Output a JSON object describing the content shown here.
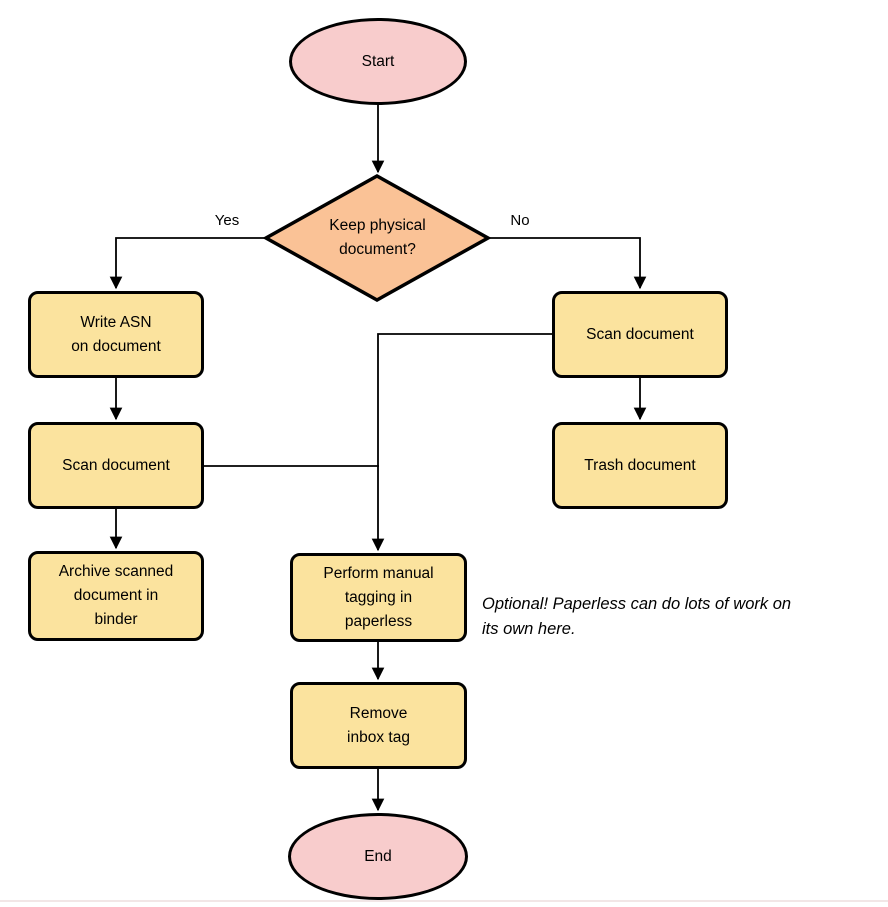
{
  "colors": {
    "terminal_fill": "#f8cccc",
    "decision_fill": "#fac296",
    "process_fill": "#fbe39e",
    "stroke": "#000000",
    "footer_line": "#f2e6e6"
  },
  "nodes": {
    "start": {
      "type": "terminal",
      "label": "Start"
    },
    "decision": {
      "type": "decision",
      "label": "Keep physical\ndocument?"
    },
    "write_asn": {
      "type": "process",
      "label": "Write ASN\non document"
    },
    "scan_left": {
      "type": "process",
      "label": "Scan document"
    },
    "archive": {
      "type": "process",
      "label": "Archive scanned\ndocument in\nbinder"
    },
    "scan_right": {
      "type": "process",
      "label": "Scan document"
    },
    "trash": {
      "type": "process",
      "label": "Trash document"
    },
    "tagging": {
      "type": "process",
      "label": "Perform manual\ntagging in\npaperless"
    },
    "remove_inbox": {
      "type": "process",
      "label": "Remove\ninbox tag"
    },
    "end": {
      "type": "terminal",
      "label": "End"
    }
  },
  "edge_labels": {
    "yes": "Yes",
    "no": "No"
  },
  "note": {
    "text": "Optional! Paperless can do lots of work on\nits own here."
  }
}
